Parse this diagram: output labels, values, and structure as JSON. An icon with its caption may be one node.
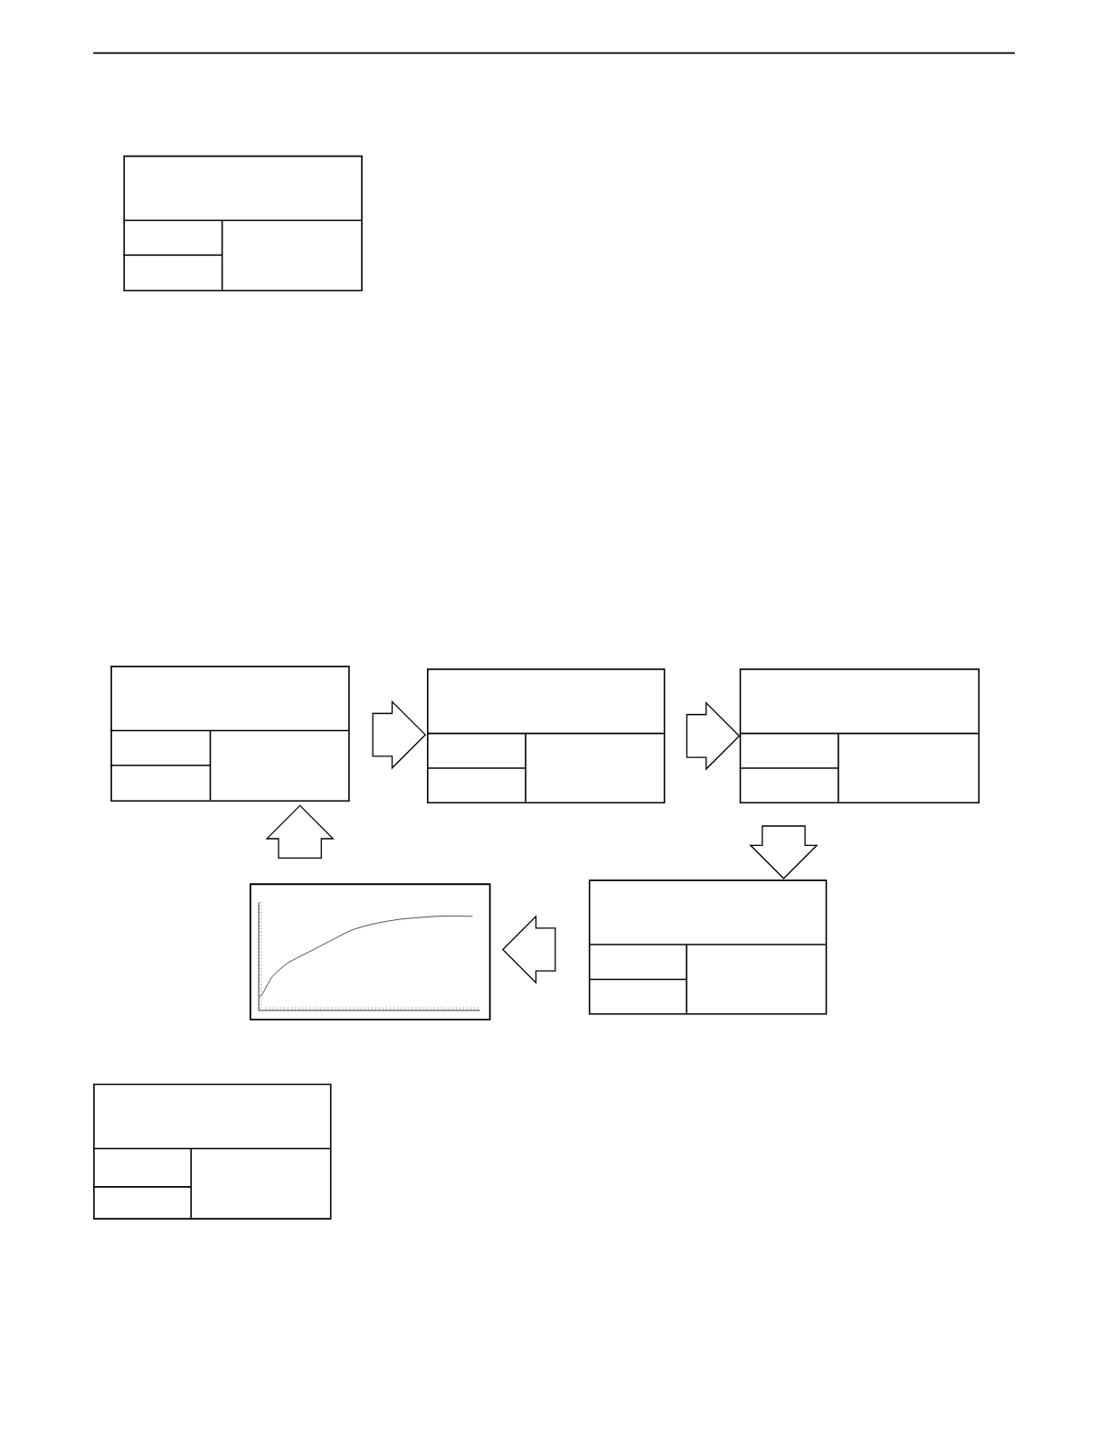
{
  "diagram": {
    "nodes": [
      {
        "text": [],
        "shape": "box"
      },
      {
        "text": [],
        "shape": "box"
      },
      {
        "text": [],
        "shape": "box"
      },
      {
        "text": [],
        "shape": "box"
      },
      {
        "text": [],
        "shape": "picture"
      },
      {
        "text": [],
        "shape": "box"
      },
      {
        "text": [],
        "shape": "box"
      }
    ],
    "edges": [
      {
        "from": 1,
        "to": 2,
        "arrow": "to"
      },
      {
        "from": 2,
        "to": 3,
        "arrow": "to"
      },
      {
        "from": 3,
        "to": 5,
        "arrow": "to"
      },
      {
        "from": 5,
        "to": 4,
        "arrow": "to"
      },
      {
        "from": 4,
        "to": 1,
        "arrow": "to"
      }
    ]
  }
}
